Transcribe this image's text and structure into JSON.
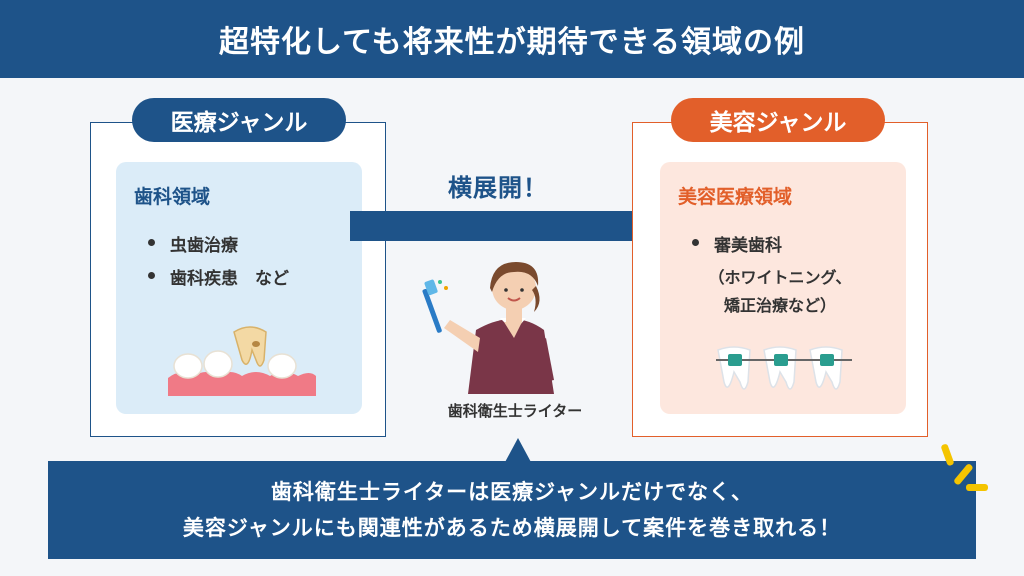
{
  "title": "超特化しても将来性が期待できる領域の例",
  "left": {
    "genre_label": "医療ジャンル",
    "area_title": "歯科領域",
    "items": [
      "虫歯治療",
      "歯科疾患　など"
    ]
  },
  "right": {
    "genre_label": "美容ジャンル",
    "area_title": "美容医療領域",
    "items": [
      "審美歯科"
    ],
    "note_line1": "（ホワイトニング、",
    "note_line2": "矯正治療など）"
  },
  "arrow_label": "横展開！",
  "writer_label": "歯科衛生士ライター",
  "bottom_message": {
    "line1": "歯科衛生士ライターは医療ジャンルだけでなく、",
    "line2": "美容ジャンルにも関連性があるため横展開して案件を巻き取れる！"
  },
  "colors": {
    "primary": "#1e5389",
    "accent": "#e25f2a",
    "light_blue": "#dbecf8",
    "light_orange": "#fde7de",
    "spark": "#f4c400"
  }
}
